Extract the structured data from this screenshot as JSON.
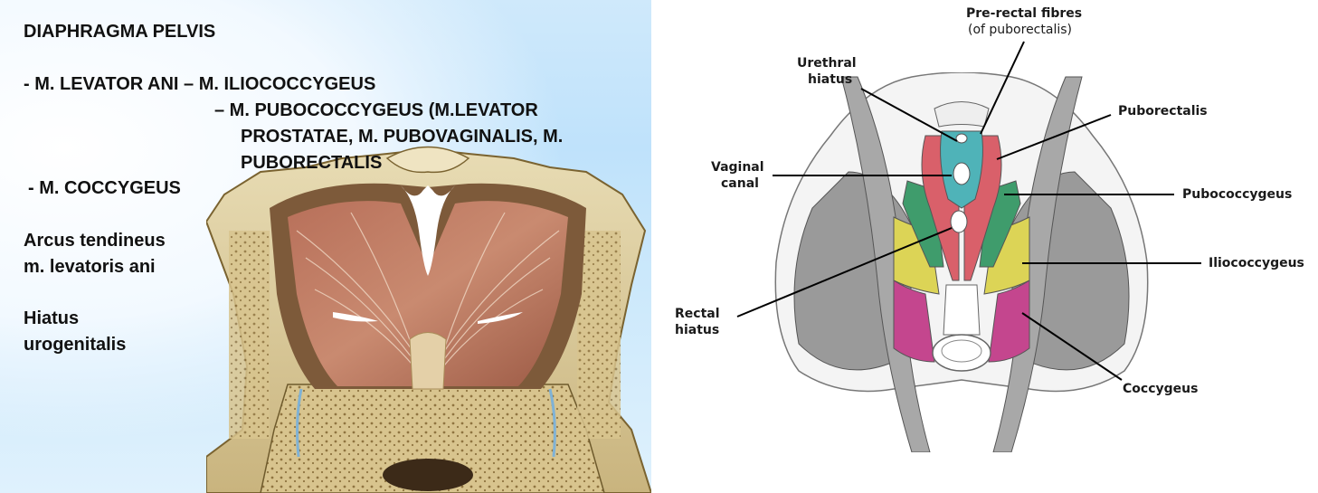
{
  "slide": {
    "title": "DIAPHRAGMA PELVIS",
    "levator_line": "- M. LEVATOR ANI – M. ILIOCOCCYGEUS",
    "pubo_line1": "– M. PUBOCOCCYGEUS (M.LEVATOR",
    "pubo_line2": "PROSTATAE, M. PUBOVAGINALIS, M.",
    "pubo_line3": "PUBORECTALIS",
    "coccygeus_line": "- M. COCCYGEUS",
    "arcus_line1": "Arcus tendineus",
    "arcus_line2": "m. levatoris ani",
    "hiatus_line1": "Hiatus",
    "hiatus_line2": "urogenitalis"
  },
  "diagram_labels": {
    "prerectal_title": "Pre-rectal fibres",
    "prerectal_sub": "(of puborectalis)",
    "urethral_line1": "Urethral",
    "urethral_line2": "hiatus",
    "puborectalis": "Puborectalis",
    "vaginal_line1": "Vaginal",
    "vaginal_line2": "canal",
    "pubococcygeus": "Pubococcygeus",
    "iliococcygeus": "Iliococcygeus",
    "rectal_line1": "Rectal",
    "rectal_line2": "hiatus",
    "coccygeus": "Coccygeus"
  },
  "colors": {
    "puborectalis": "#d9606a",
    "urethral_sheath": "#4fb3b8",
    "pubococcygeus": "#3f9c6c",
    "iliococcygeus": "#dcd456",
    "coccygeus": "#c4468e",
    "muscle_gray": "#9a9a9a"
  }
}
